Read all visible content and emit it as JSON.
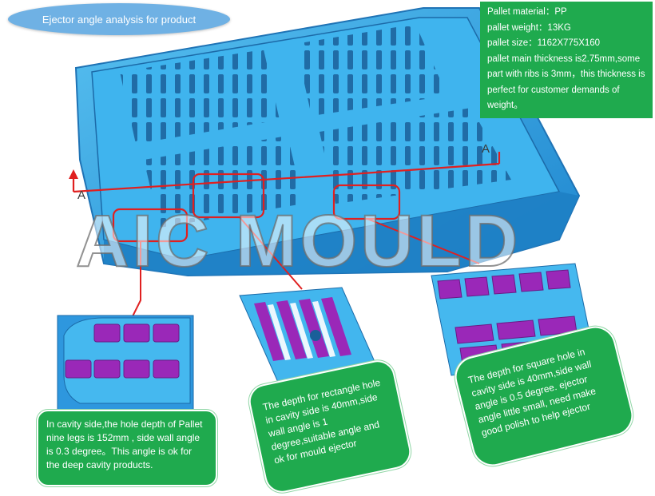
{
  "title": "Ejector angle analysis for product",
  "spec": {
    "lines": [
      "Pallet material：PP",
      "pallet weight：13KG",
      "pallet size：1162X775X160",
      "pallet main thickness is2.75mm,some part with ribs is 3mm，this thickness is perfect for customer demands of weight。"
    ]
  },
  "watermark": "AIC MOULD",
  "section_labels": {
    "left": "A",
    "right": "A"
  },
  "notes": {
    "left": "In cavity side,the hole depth of Pallet nine legs is 152mm , side wall angle is 0.3 degree。This angle is ok for the deep cavity products.",
    "middle": "The depth for rectangle hole in cavity side is 40mm,side wall angle is 1 degree,suitable angle and ok for mould ejector",
    "right": "The depth for square hole in cavity side is 40mm,side wall angle is 0.5 degree. ejector angle little small, need make good polish to help ejector"
  },
  "colors": {
    "pallet": "#2ea8e6",
    "pallet_dark": "#1f73b5",
    "rib_purple": "#9a28b8",
    "callout_red": "#e02020",
    "note_green": "#1faa4e",
    "title_blue": "#6fb1e4"
  }
}
